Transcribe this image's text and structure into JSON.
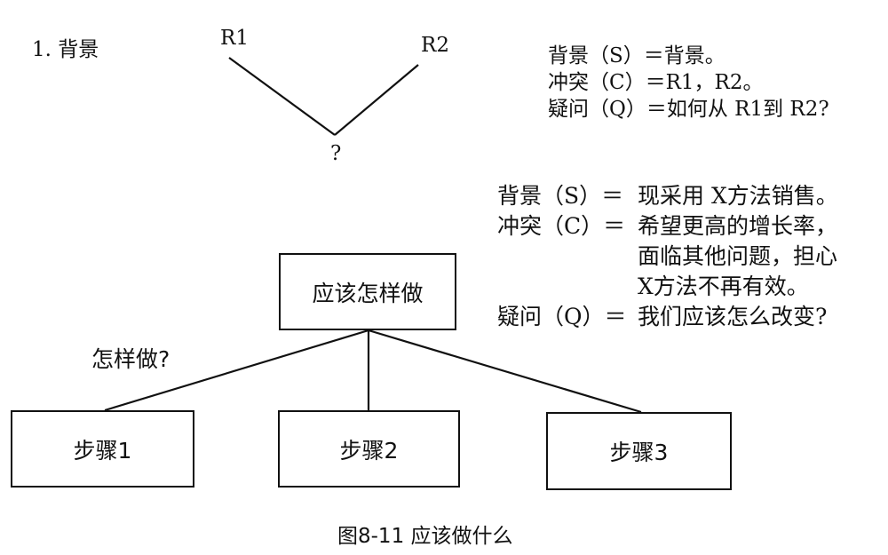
{
  "section": {
    "title": "1. 背景"
  },
  "top_diagram": {
    "left_label": "R1",
    "right_label": "R2",
    "bottom_label": "?"
  },
  "scq_general": [
    {
      "key": "背景（S）＝",
      "value": "背景。"
    },
    {
      "key": "冲突（C）＝",
      "value": "R1，R2。"
    },
    {
      "key": "疑问（Q）＝",
      "value": "如何从 R1到 R2?"
    }
  ],
  "scq_example": [
    {
      "key": "背景（S）＝",
      "lines": [
        "现采用 X方法销售。"
      ]
    },
    {
      "key": "冲突（C）＝",
      "lines": [
        "希望更高的增长率，",
        "面临其他问题，担心",
        "X方法不再有效。"
      ]
    },
    {
      "key": "疑问（Q）＝",
      "lines": [
        "我们应该怎么改变?"
      ]
    }
  ],
  "tree": {
    "root": "应该怎样做",
    "edge_label": "怎样做?",
    "children": [
      "步骤1",
      "步骤2",
      "步骤3"
    ]
  },
  "caption": "图8-11  应该做什么"
}
